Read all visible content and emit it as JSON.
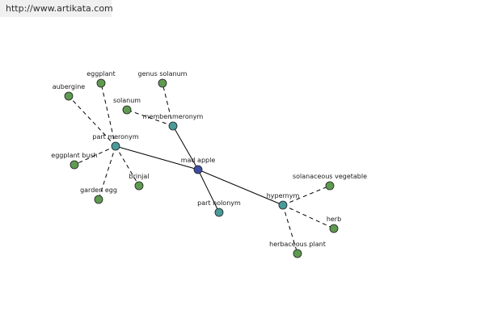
{
  "header": {
    "url": "http://www.artikata.com"
  },
  "colors": {
    "leaf": "#5e9a50",
    "relation": "#4a9a9a",
    "center": "#3e4ca2"
  },
  "graph": {
    "nodes": [
      {
        "id": "center",
        "label": "mad apple",
        "kind": "center",
        "label_pos": "above"
      },
      {
        "id": "part_meronym",
        "label": "part meronym",
        "kind": "relation",
        "label_pos": "above"
      },
      {
        "id": "member_meronym",
        "label": "member meronym",
        "kind": "relation",
        "label_pos": "above"
      },
      {
        "id": "part_holonym",
        "label": "part holonym",
        "kind": "relation",
        "label_pos": "above"
      },
      {
        "id": "hypernym",
        "label": "hypernym",
        "kind": "relation",
        "label_pos": "above"
      },
      {
        "id": "eggplant",
        "label": "eggplant",
        "kind": "leaf",
        "label_pos": "above"
      },
      {
        "id": "aubergine",
        "label": "aubergine",
        "kind": "leaf",
        "label_pos": "above"
      },
      {
        "id": "eggplant_bush",
        "label": "eggplant bush",
        "kind": "leaf",
        "label_pos": "above"
      },
      {
        "id": "garden_egg",
        "label": "garden egg",
        "kind": "leaf",
        "label_pos": "above"
      },
      {
        "id": "brinjal",
        "label": "brinjal",
        "kind": "leaf",
        "label_pos": "above"
      },
      {
        "id": "genus_solanum",
        "label": "genus solanum",
        "kind": "leaf",
        "label_pos": "above"
      },
      {
        "id": "solanum",
        "label": "solanum",
        "kind": "leaf",
        "label_pos": "above"
      },
      {
        "id": "solanaceous_vegetable",
        "label": "solanaceous vegetable",
        "kind": "leaf",
        "label_pos": "above"
      },
      {
        "id": "herb",
        "label": "herb",
        "kind": "leaf",
        "label_pos": "above"
      },
      {
        "id": "herbaceous_plant",
        "label": "herbaceous plant",
        "kind": "leaf",
        "label_pos": "above"
      }
    ],
    "edges": [
      {
        "from": "center",
        "to": "part_meronym",
        "style": "solid"
      },
      {
        "from": "center",
        "to": "member_meronym",
        "style": "solid"
      },
      {
        "from": "center",
        "to": "part_holonym",
        "style": "solid"
      },
      {
        "from": "center",
        "to": "hypernym",
        "style": "solid"
      },
      {
        "from": "part_meronym",
        "to": "eggplant",
        "style": "dashed"
      },
      {
        "from": "part_meronym",
        "to": "aubergine",
        "style": "dashed"
      },
      {
        "from": "part_meronym",
        "to": "eggplant_bush",
        "style": "dashed"
      },
      {
        "from": "part_meronym",
        "to": "garden_egg",
        "style": "dashed"
      },
      {
        "from": "part_meronym",
        "to": "brinjal",
        "style": "dashed"
      },
      {
        "from": "member_meronym",
        "to": "genus_solanum",
        "style": "dashed"
      },
      {
        "from": "member_meronym",
        "to": "solanum",
        "style": "dashed"
      },
      {
        "from": "hypernym",
        "to": "solanaceous_vegetable",
        "style": "dashed"
      },
      {
        "from": "hypernym",
        "to": "herb",
        "style": "dashed"
      },
      {
        "from": "hypernym",
        "to": "herbaceous_plant",
        "style": "dashed"
      }
    ]
  }
}
